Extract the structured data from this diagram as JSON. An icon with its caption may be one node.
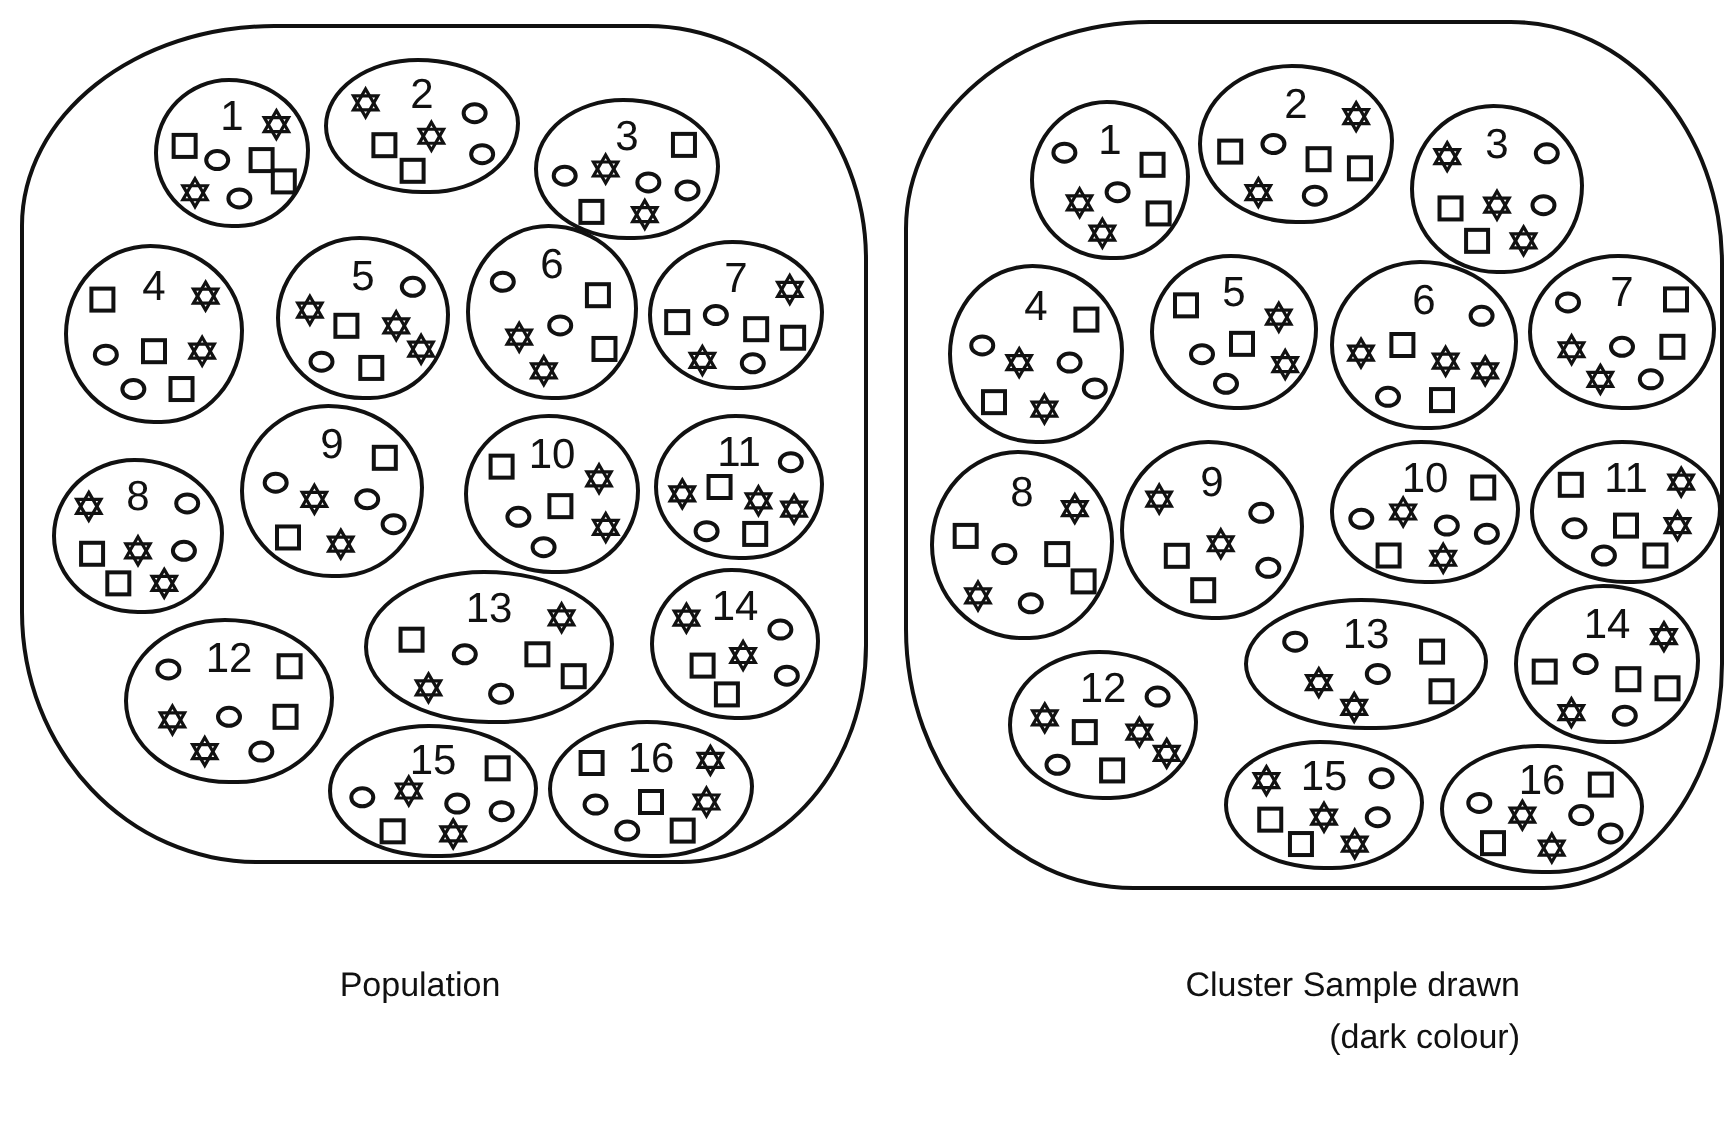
{
  "diagram": {
    "nodes": [
      {
        "text": [],
        "shape": "circle",
        "beside": [
          "Population"
        ]
      },
      {
        "text": [
          "1"
        ],
        "in": 0
      },
      {
        "text": [
          "2"
        ],
        "in": 0
      },
      {
        "text": [
          "3"
        ],
        "in": 0
      },
      {
        "text": [
          "4"
        ],
        "in": 0
      },
      {
        "text": [
          "5"
        ],
        "in": 0
      },
      {
        "text": [
          "6"
        ],
        "in": 0
      },
      {
        "text": [
          "7"
        ],
        "in": 0
      },
      {
        "text": [
          "8"
        ],
        "in": 0
      },
      {
        "text": [
          "9"
        ],
        "in": 0
      },
      {
        "text": [
          "10"
        ],
        "in": 0
      },
      {
        "text": [
          "11"
        ],
        "in": 0
      },
      {
        "text": [
          "12"
        ],
        "in": 0
      },
      {
        "text": [
          "13"
        ],
        "in": 0
      },
      {
        "text": [
          "14"
        ],
        "in": 0
      },
      {
        "text": [
          "15"
        ],
        "in": 0
      },
      {
        "text": [
          "16"
        ],
        "in": 0
      },
      {
        "text": [],
        "shape": "circle",
        "beside": [
          "Cluster Sample drawn (dark colour)"
        ]
      },
      {
        "text": [
          "1"
        ],
        "in": 17
      },
      {
        "text": [
          "2"
        ],
        "in": 17
      },
      {
        "text": [
          "3"
        ],
        "in": 17
      },
      {
        "text": [
          "4"
        ],
        "in": 17
      },
      {
        "text": [
          "5"
        ],
        "in": 17
      },
      {
        "text": [
          "6"
        ],
        "in": 17
      },
      {
        "text": [
          "7"
        ],
        "in": 17
      },
      {
        "text": [
          "8"
        ],
        "in": 17
      },
      {
        "text": [
          "9"
        ],
        "in": 17
      },
      {
        "text": [
          "10"
        ],
        "in": 17
      },
      {
        "text": [
          "11"
        ],
        "in": 17
      },
      {
        "text": [
          "12"
        ],
        "in": 17
      },
      {
        "text": [
          "13"
        ],
        "in": 17
      },
      {
        "text": [
          "14"
        ],
        "in": 17
      },
      {
        "text": [
          "15"
        ],
        "in": 17
      },
      {
        "text": [
          "16"
        ],
        "in": 17
      }
    ]
  }
}
